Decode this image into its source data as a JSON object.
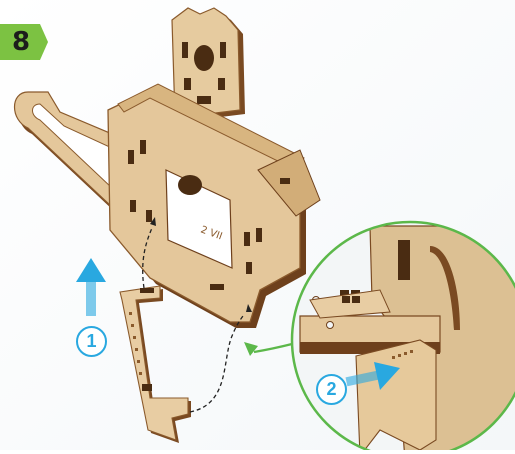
{
  "step": {
    "number": "8"
  },
  "callouts": [
    {
      "label": "1"
    },
    {
      "label": "2"
    }
  ],
  "engraving": {
    "text": "2 VII"
  },
  "colors": {
    "badge_green": "#7cc242",
    "arrow_blue": "#29a8e0",
    "zoom_circle_green": "#5cb84a",
    "wood_light": "#e4c79b",
    "wood_edge": "#7a4a22"
  },
  "icons": [
    "up-arrow-icon",
    "right-arrow-icon",
    "dashed-path-icon",
    "zoom-circle-icon"
  ]
}
